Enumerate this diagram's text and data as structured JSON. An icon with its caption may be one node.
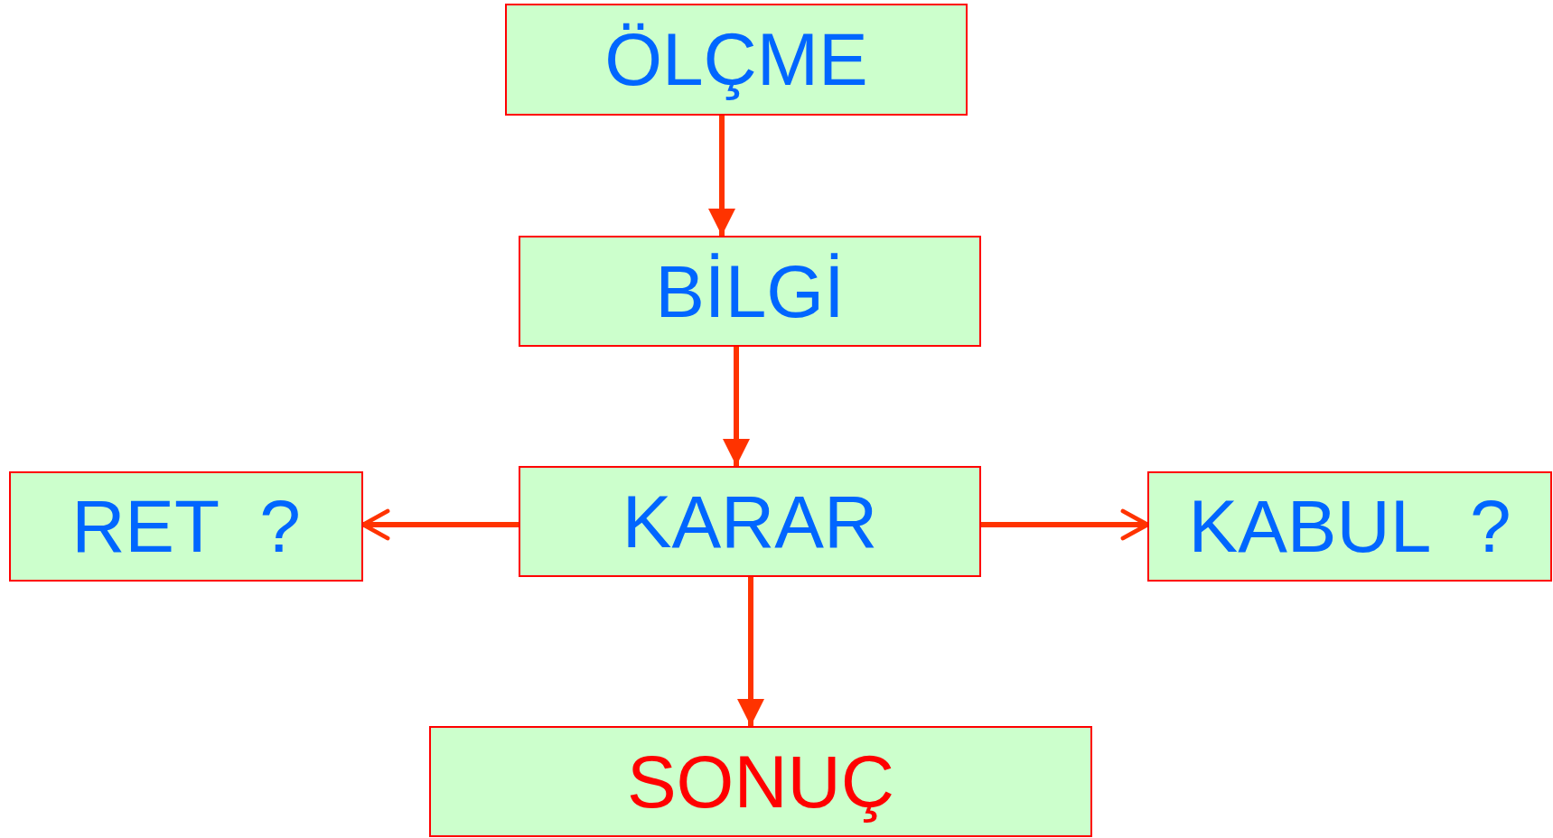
{
  "diagram": {
    "nodes": [
      {
        "text": [
          "ÖLÇME"
        ]
      },
      {
        "text": [
          "BİLGİ"
        ]
      },
      {
        "text": [
          "RET  ?"
        ]
      },
      {
        "text": [
          "KARAR"
        ]
      },
      {
        "text": [
          "KABUL  ?"
        ]
      },
      {
        "text": [
          "SONUÇ"
        ]
      }
    ],
    "edges": [
      {
        "from": 0,
        "to": 1,
        "arrow": "to"
      },
      {
        "from": 1,
        "to": 3,
        "arrow": "to"
      },
      {
        "from": 3,
        "to": 2,
        "arrow": "to"
      },
      {
        "from": 3,
        "to": 4,
        "arrow": "to"
      },
      {
        "from": 3,
        "to": 5,
        "arrow": "to"
      }
    ]
  }
}
